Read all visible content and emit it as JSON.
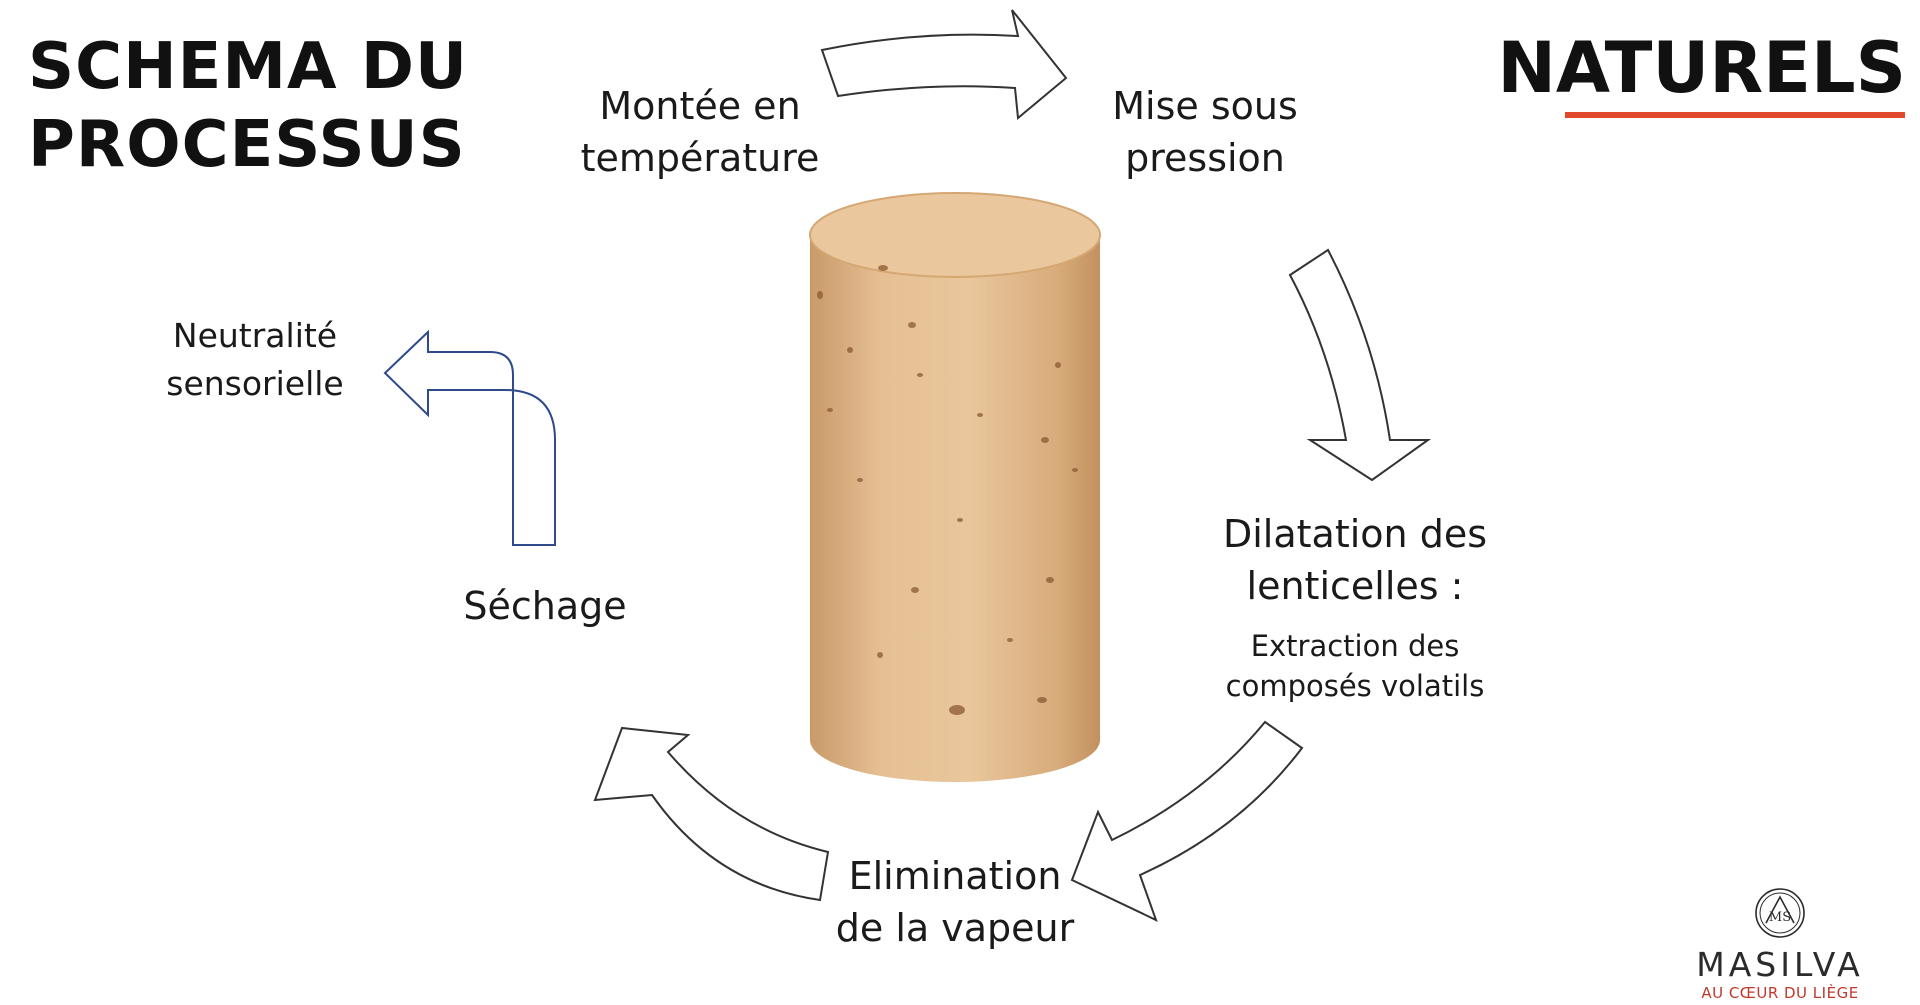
{
  "title": {
    "line1": "SCHEMA DU",
    "line2": "PROCESSUS",
    "right": "NATURELS"
  },
  "colors": {
    "accent_underline": "#e0492b",
    "cork": "#e1b88b",
    "cork_top": "#ebc79d",
    "arrow_outline": "#333333",
    "drying_arrow_outline": "#2e4a8c",
    "logo_tag": "#c0392b"
  },
  "steps": {
    "heating": {
      "line1": "Montée en",
      "line2": "température"
    },
    "pressure": {
      "line1": "Mise sous",
      "line2": "pression"
    },
    "dilation": {
      "line1": "Dilatation des",
      "line2": "lenticelles :"
    },
    "extraction": {
      "line1": "Extraction des",
      "line2": "composés volatils"
    },
    "elimination": {
      "line1": "Elimination",
      "line2": "de la vapeur"
    },
    "drying": {
      "label": "Séchage"
    },
    "result": {
      "line1": "Neutralité",
      "line2": "sensorielle"
    }
  },
  "center_image": {
    "icon": "wine-cork-icon"
  },
  "logo": {
    "monogram": "MS",
    "name": "MASILVA",
    "tagline": "AU CŒUR DU LIÈGE"
  }
}
